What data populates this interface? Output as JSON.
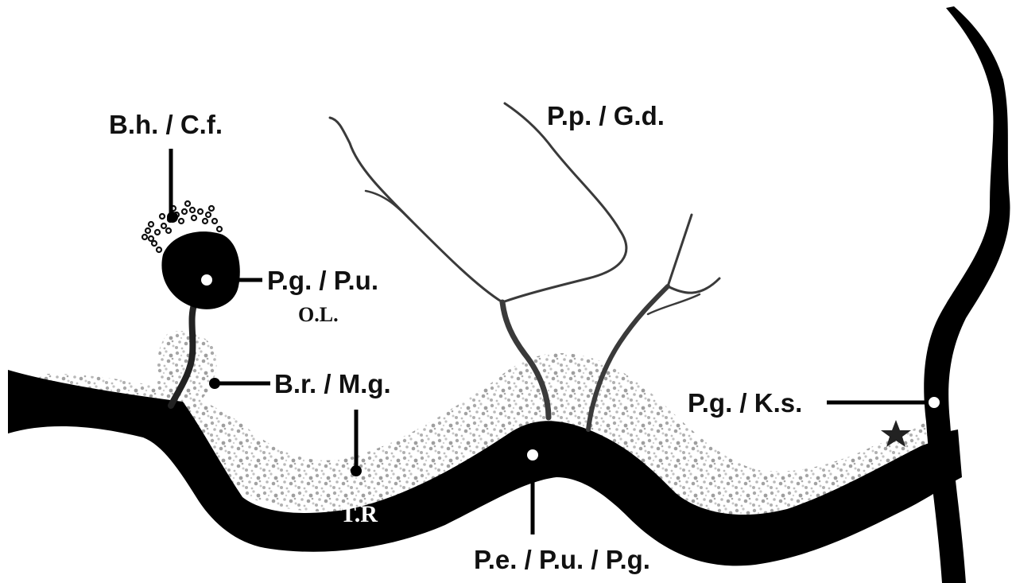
{
  "labels": {
    "bh_cf": "B.h. / C.f.",
    "pp_gd": "P.p. / G.d.",
    "pg_pu": "P.g. / P.u.",
    "ol": "O.L.",
    "br_mg": "B.r. / M.g.",
    "pg_ks": "P.g. / K.s.",
    "tr": "T.R",
    "pe_pu_pg": "P.e. / P.u. / P.g."
  },
  "colors": {
    "root": "#000000",
    "rhizosphere": "#b9b9b9",
    "hyphae": "#3a3a3a"
  },
  "icons": {
    "marker": "star-icon"
  }
}
